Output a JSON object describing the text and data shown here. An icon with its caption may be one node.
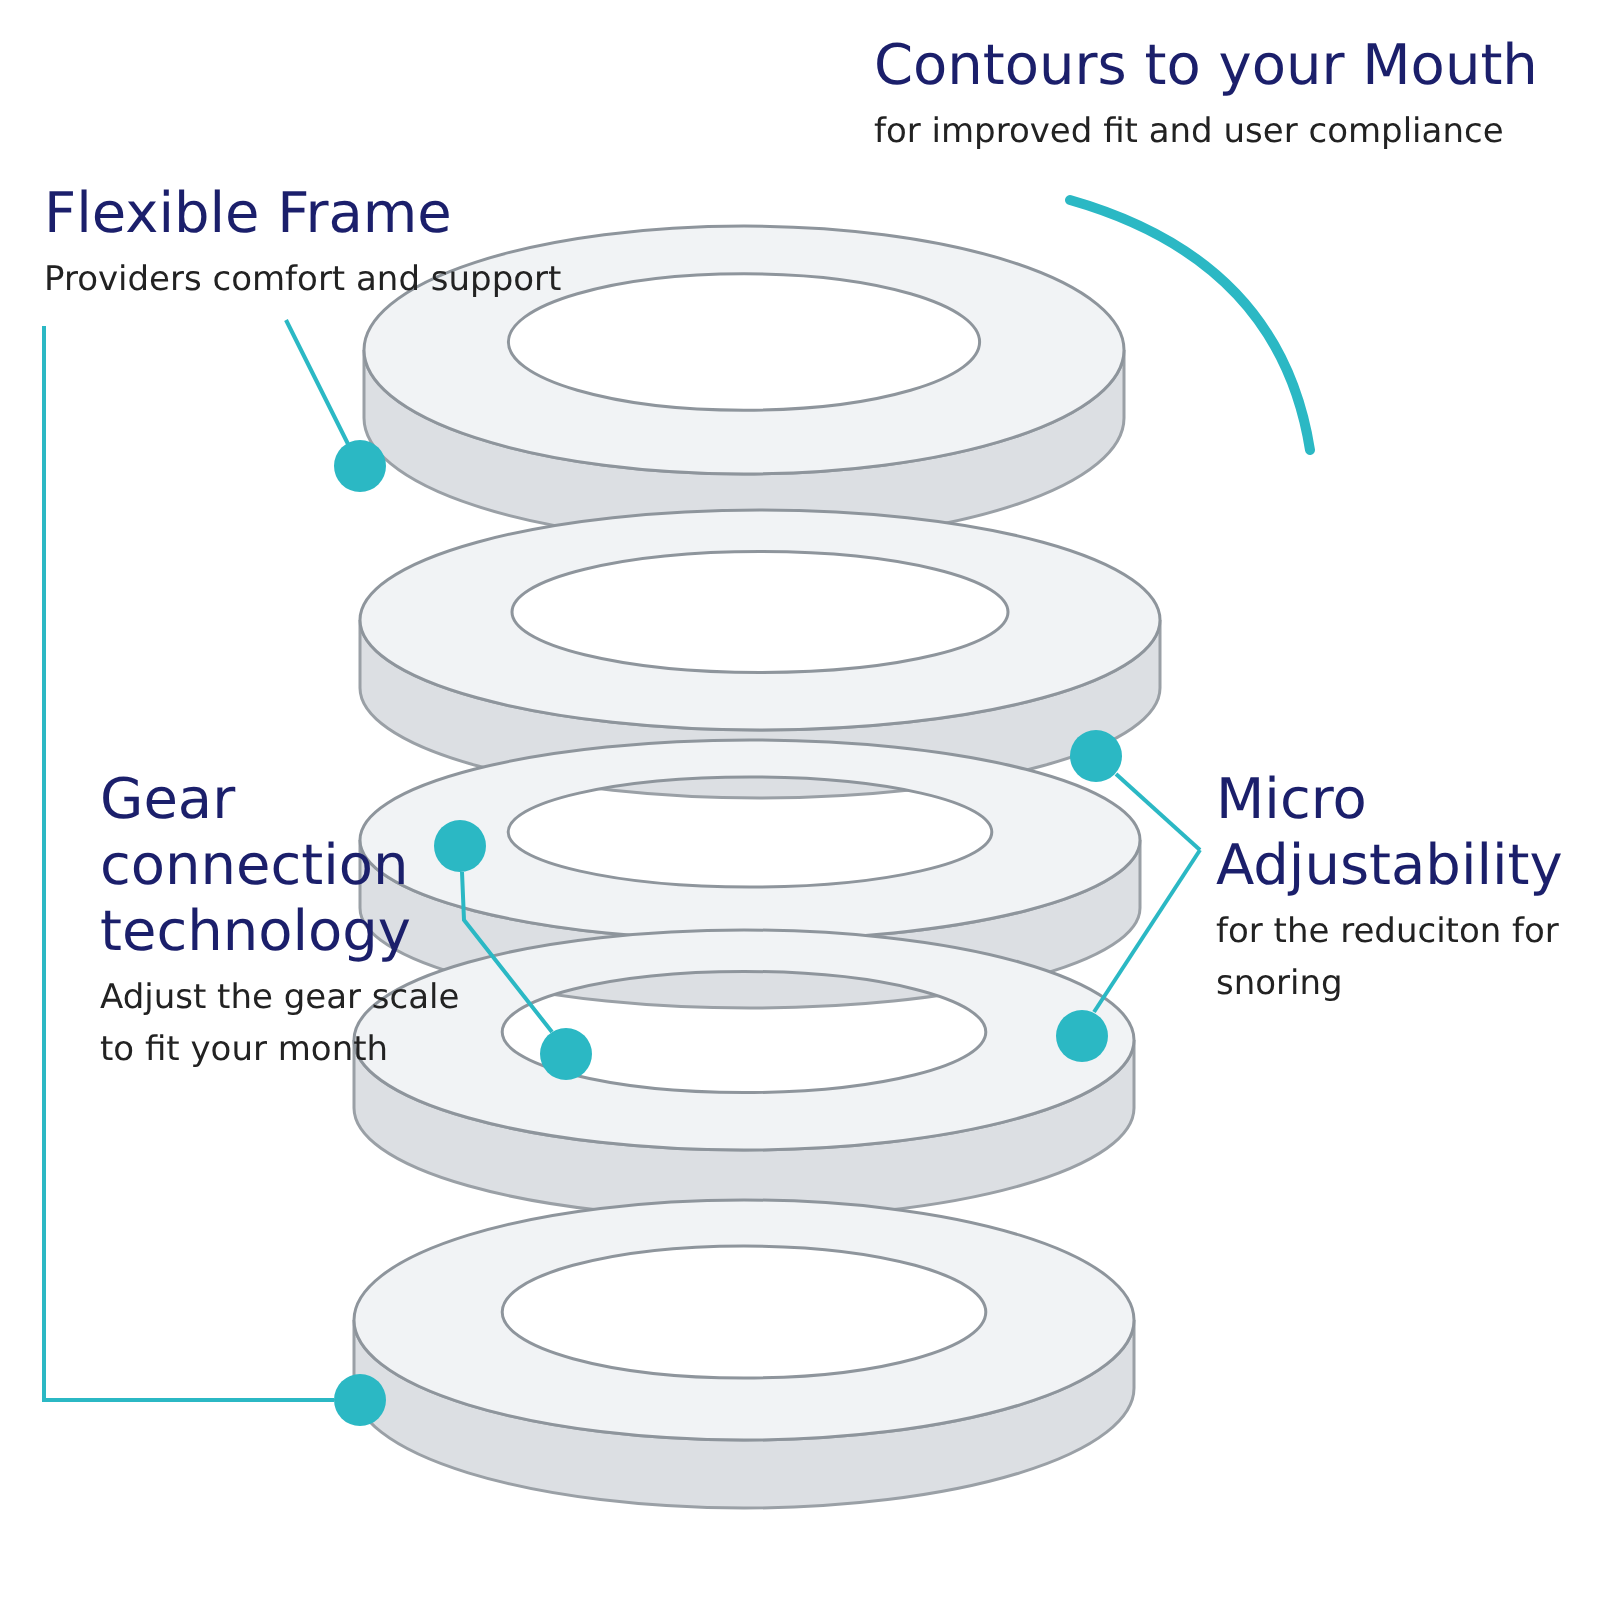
{
  "diagram": {
    "nodes": [
      {
        "text": [
          "Contours to your Mouth",
          "for improved fit and user compliance"
        ]
      },
      {
        "text": [
          "Flexible Frame",
          "Providers comfort and support"
        ]
      },
      {
        "text": [],
        "shape": "circle"
      },
      {
        "text": [
          "Gear connection technology",
          "Adjust the gear scale to fit your month"
        ]
      },
      {
        "text": [],
        "shape": "circle"
      },
      {
        "text": [],
        "shape": "circle"
      },
      {
        "text": [
          "Micro Adjustability",
          "for the reduciton for snoring"
        ]
      },
      {
        "text": [],
        "shape": "circle"
      },
      {
        "text": [],
        "shape": "circle"
      },
      {
        "text": [],
        "shape": "circle"
      }
    ],
    "edges": [
      {
        "from": 1,
        "to": 2,
        "arrow": "none"
      },
      {
        "from": 1,
        "to": 9,
        "arrow": "none"
      },
      {
        "from": 4,
        "to": 5,
        "arrow": "none"
      },
      {
        "from": 6,
        "to": 7,
        "arrow": "none"
      },
      {
        "from": 6,
        "to": 8,
        "arrow": "none"
      }
    ]
  }
}
